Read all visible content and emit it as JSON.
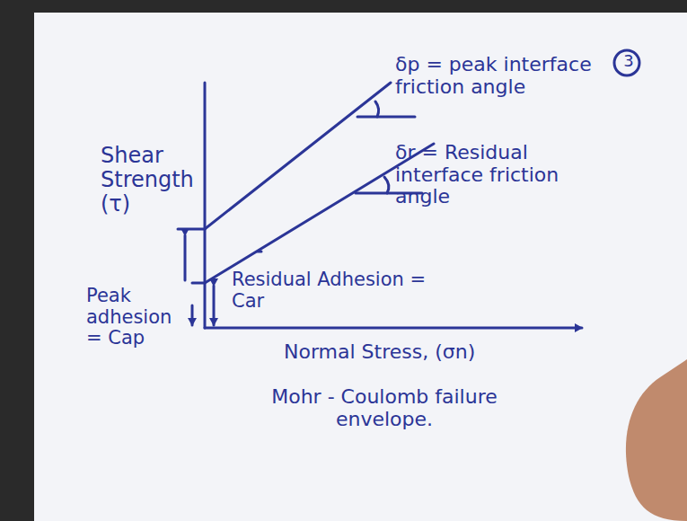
{
  "diagram": {
    "labels": [
      "3",
      "Shear Strength (τ)",
      "δp = peak interface friction angle",
      "δr = Residual interface friction angle",
      "Peak adhesion = Cap",
      "Residual Adhesion = Car",
      "Normal Stress, (σn)",
      "Mohr - Coulomb failure envelope."
    ]
  }
}
